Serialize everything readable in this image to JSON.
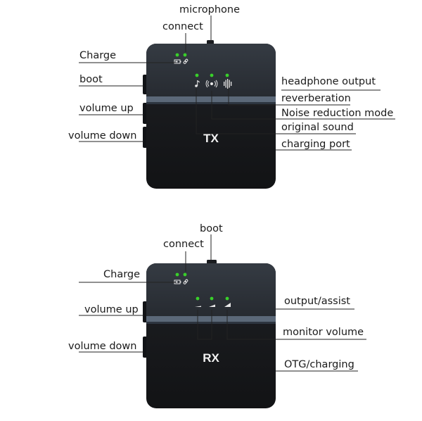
{
  "colors": {
    "device_top": "#2b3037",
    "device_band": "#5b6878",
    "device_bottom": "#17191c",
    "led_green": "#39d02a",
    "leader_line": "#222222",
    "icon_white": "#e8e8e8"
  },
  "tx": {
    "device_label": "TX",
    "labels": {
      "microphone": "microphone",
      "connect": "connect",
      "charge": "Charge",
      "boot": "boot",
      "volume_up": "volume up",
      "volume_down": "volume down",
      "headphone_output": "headphone output",
      "reverberation": "reverberation",
      "noise_reduction_mode": "Noise reduction mode",
      "original_sound": "original sound",
      "charging_port": "charging port"
    },
    "icons": [
      "battery-icon",
      "link-icon",
      "music-note-icon",
      "broadcast-icon",
      "sound-wave-icon"
    ]
  },
  "rx": {
    "device_label": "RX",
    "labels": {
      "boot": "boot",
      "connect": "connect",
      "charge": "Charge",
      "volume_up": "volume up",
      "volume_down": "volume down",
      "output_assist": "output/assist",
      "monitor_volume": "monitor volume",
      "otg_charging": "OTG/charging"
    },
    "icons": [
      "battery-icon",
      "link-icon",
      "level-low-icon",
      "level-mid-icon",
      "level-high-icon"
    ]
  }
}
